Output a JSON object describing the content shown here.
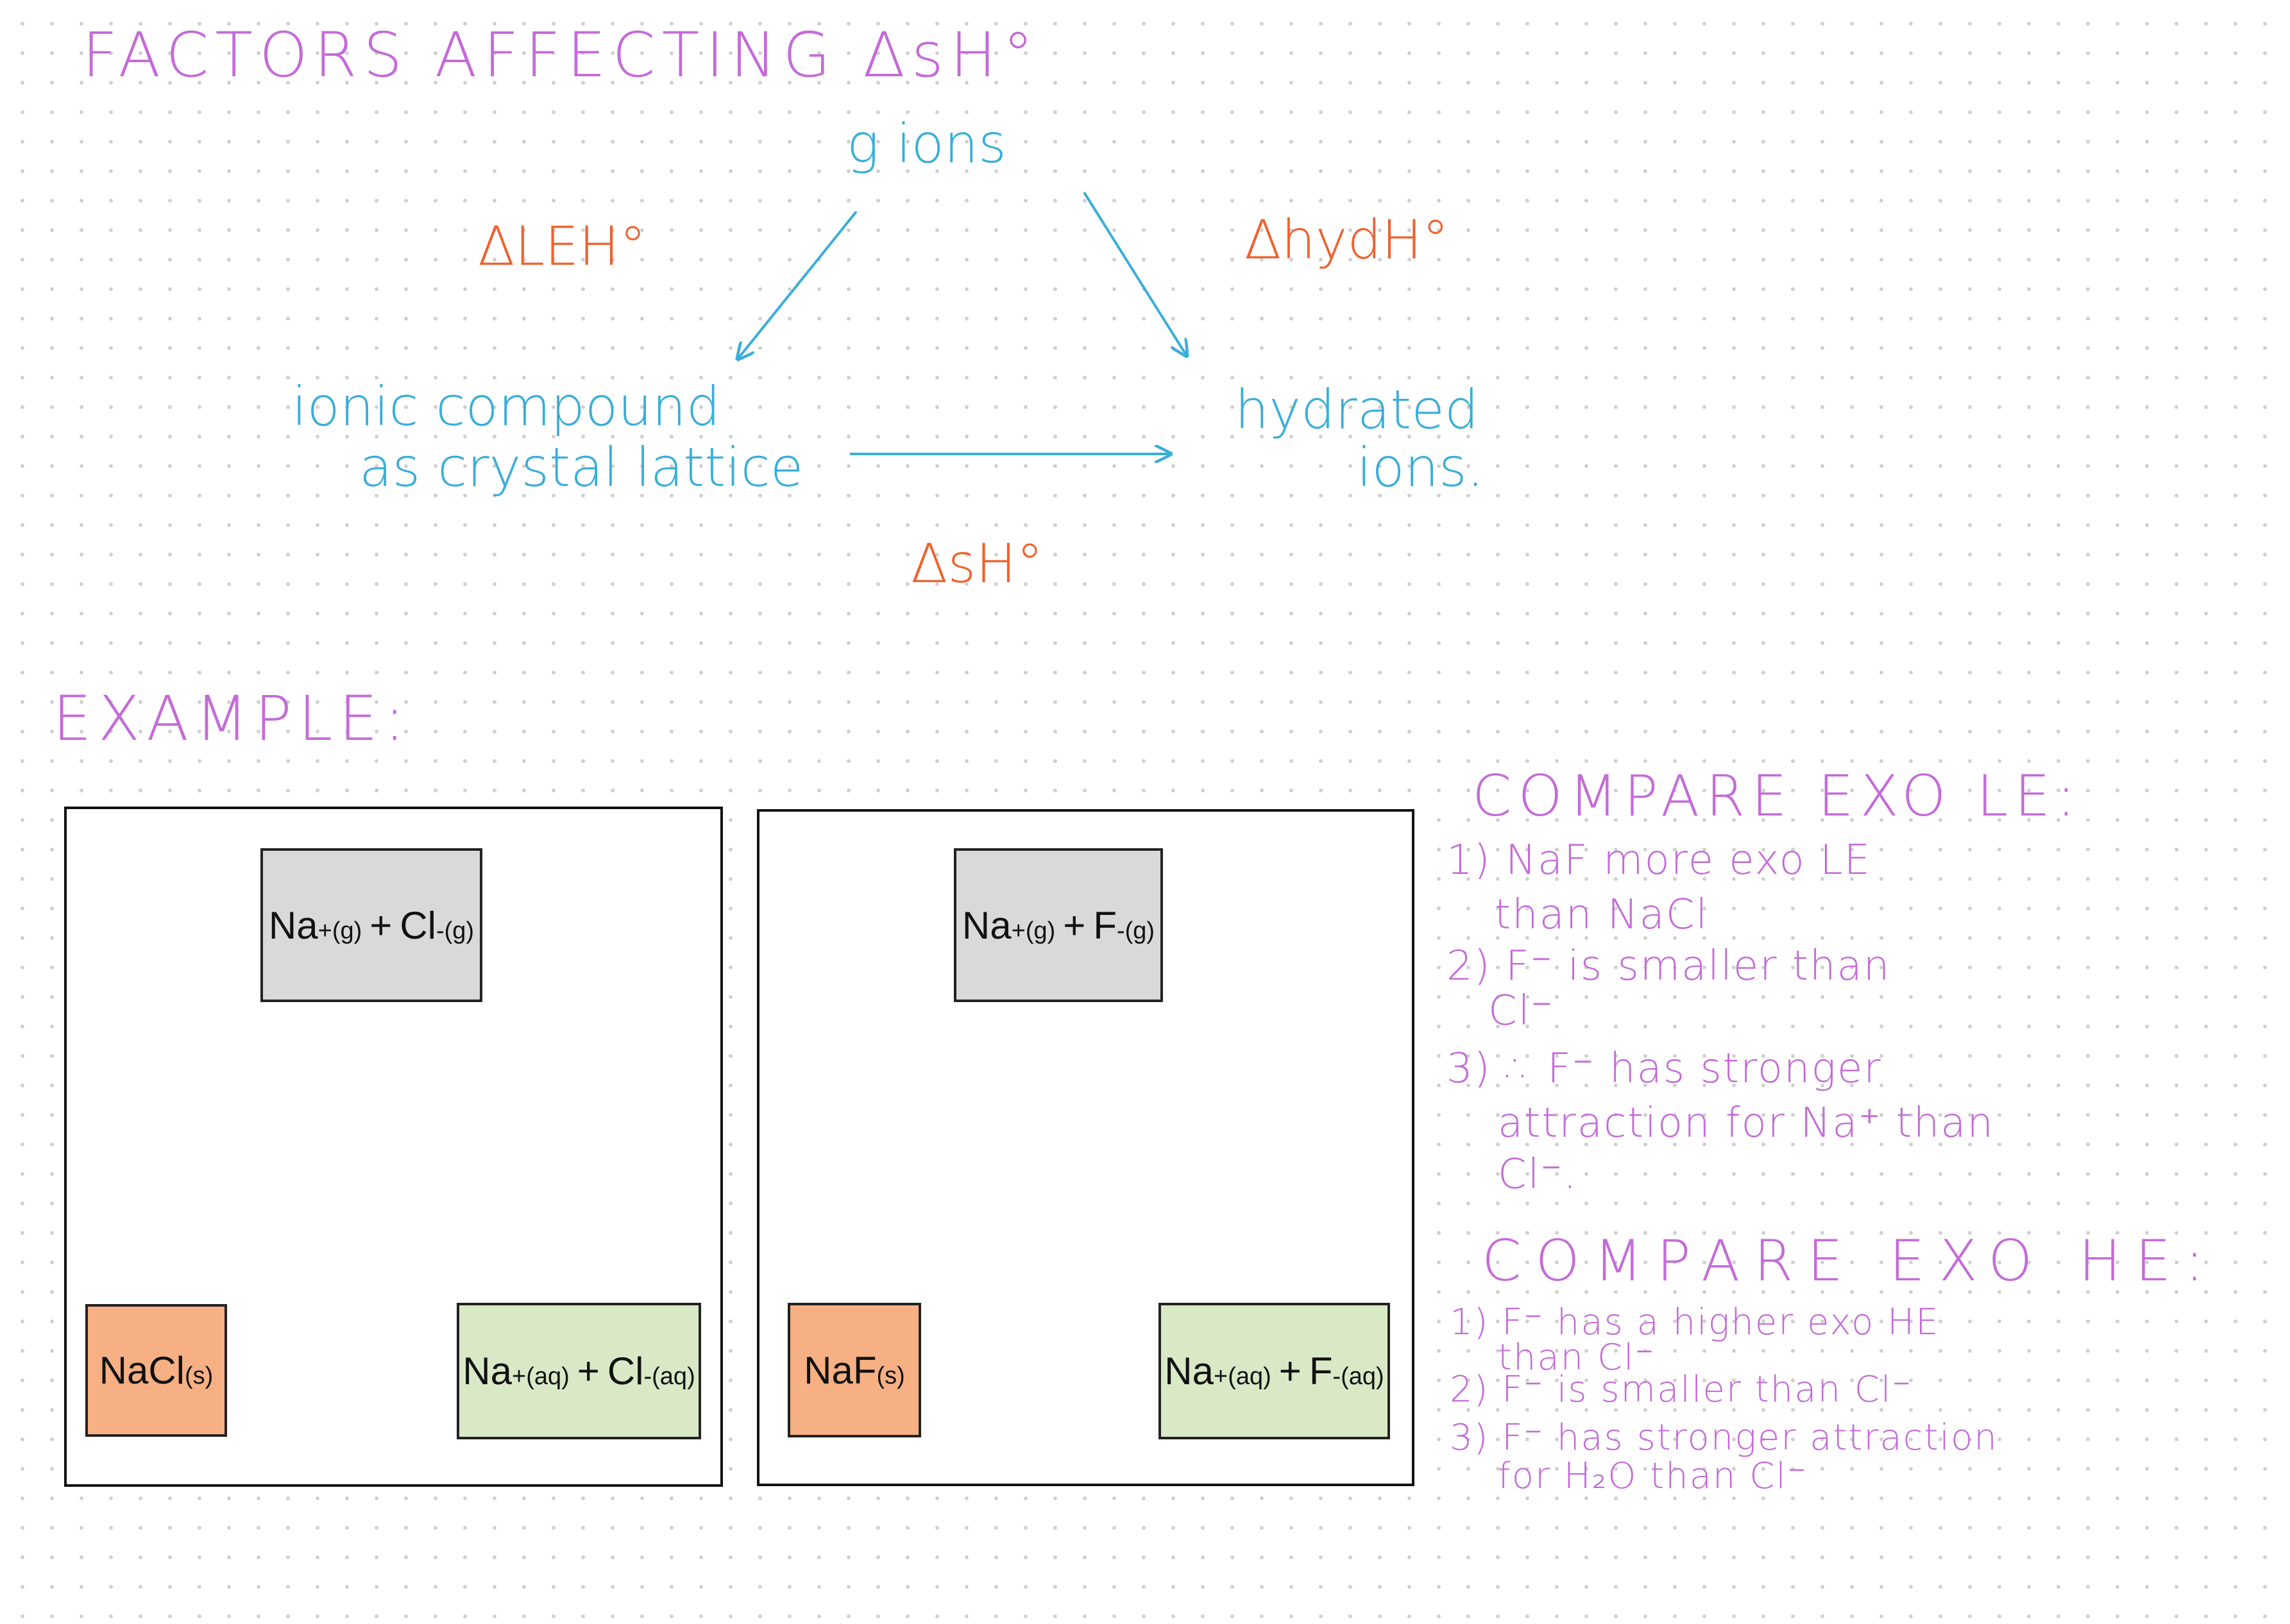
{
  "title": "FACTORS AFFECTING ΔsH°",
  "cycle": {
    "top": "g ions",
    "left_line1": "ionic compound",
    "left_line2": "as crystal lattice",
    "right_line1": "hydrated",
    "right_line2": "ions.",
    "lattice_label": "ΔLEH°",
    "hydration_label": "ΔhydH°",
    "solution_label": "ΔsH°"
  },
  "example_heading": "EXAMPLE:",
  "panels": [
    {
      "top": {
        "cation": "Na",
        "cation_charge": "+",
        "cation_state": "(g)",
        "plus": "+",
        "anion": "Cl",
        "anion_charge": "-",
        "anion_state": "(g)"
      },
      "solid": {
        "formula": "NaCl",
        "state": "(s)"
      },
      "aq": {
        "cation": "Na",
        "cation_charge": "+",
        "cation_state": "(aq)",
        "plus": "+",
        "anion": "Cl",
        "anion_charge": "-",
        "anion_state": "(aq)"
      }
    },
    {
      "top": {
        "cation": "Na",
        "cation_charge": "+",
        "cation_state": "(g)",
        "plus": "+",
        "anion": "F",
        "anion_charge": "-",
        "anion_state": "(g)"
      },
      "solid": {
        "formula": "NaF",
        "state": "(s)"
      },
      "aq": {
        "cation": "Na",
        "cation_charge": "+",
        "cation_state": "(aq)",
        "plus": "+",
        "anion": "F",
        "anion_charge": "-",
        "anion_state": "(aq)"
      }
    }
  ],
  "compare_le": {
    "heading": "COMPARE EXO LE:",
    "lines": [
      "1) NaF more exo LE",
      "than NaCl",
      "2) F⁻ is smaller than",
      "Cl⁻",
      "3) ∴ F⁻ has stronger",
      "attraction for Na⁺ than",
      "Cl⁻."
    ]
  },
  "compare_he": {
    "heading": "COMPARE EXO HE:",
    "lines": [
      "1) F⁻ has a higher exo HE",
      "than Cl⁻",
      "2) F⁻ is smaller than Cl⁻",
      "3) F⁻ has stronger attraction",
      "for H₂O than Cl⁻"
    ]
  },
  "colors": {
    "purple": "#c46bd8",
    "blue": "#39aed9",
    "orange": "#f0622f",
    "grey_box": "#d9d9d9",
    "peach_box": "#f6b083",
    "green_box": "#d9e9c6"
  }
}
